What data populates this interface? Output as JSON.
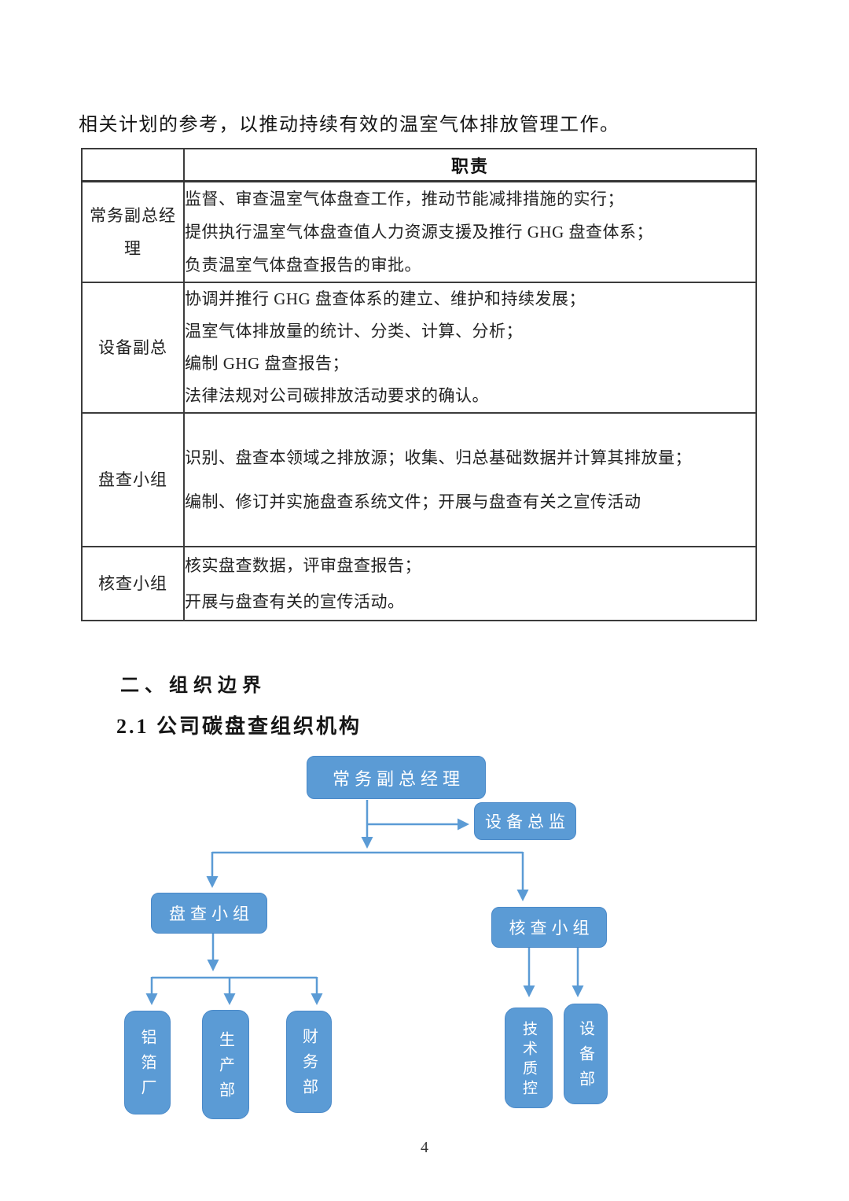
{
  "page": {
    "intro_text": "相关计划的参考，以推动持续有效的温室气体排放管理工作。",
    "page_number": "4"
  },
  "table": {
    "header": {
      "role_col": "",
      "duties_col": "职责"
    },
    "rows": [
      {
        "role": "常务副总经理",
        "duties": [
          "监督、审查温室气体盘查工作，推动节能减排措施的实行；",
          "提供执行温室气体盘查值人力资源支援及推行 GHG 盘查体系；",
          "负责温室气体盘查报告的审批。"
        ]
      },
      {
        "role": "设备副总",
        "duties": [
          "协调并推行 GHG 盘查体系的建立、维护和持续发展；",
          "温室气体排放量的统计、分类、计算、分析；",
          "编制 GHG 盘查报告；",
          "法律法规对公司碳排放活动要求的确认。"
        ]
      },
      {
        "role": "盘查小组",
        "duties": [
          "识别、盘查本领域之排放源；收集、归总基础数据并计算其排放量；",
          "编制、修订并实施盘查系统文件；开展与盘查有关之宣传活动"
        ]
      },
      {
        "role": "核查小组",
        "duties": [
          "核实盘查数据，评审盘查报告；",
          "开展与盘查有关的宣传活动。"
        ]
      }
    ]
  },
  "headings": {
    "section": "二、组织边界",
    "subsection": "2.1 公司碳盘查组织机构"
  },
  "org_chart": {
    "nodes": {
      "gm": "常务副总经理",
      "equip_director": "设备总监",
      "inventory_team": "盘查小组",
      "verify_team": "核查小组",
      "foil_plant": "铝箔厂",
      "production_dept": "生产部",
      "finance_dept": "财务部",
      "tech_qc": "技术质控",
      "equipment_dept": "设备部"
    },
    "colors": {
      "node_fill": "#5b9bd5",
      "node_border": "#4a89c8",
      "node_text": "#ffffff",
      "connector": "#5b9bd5"
    }
  }
}
